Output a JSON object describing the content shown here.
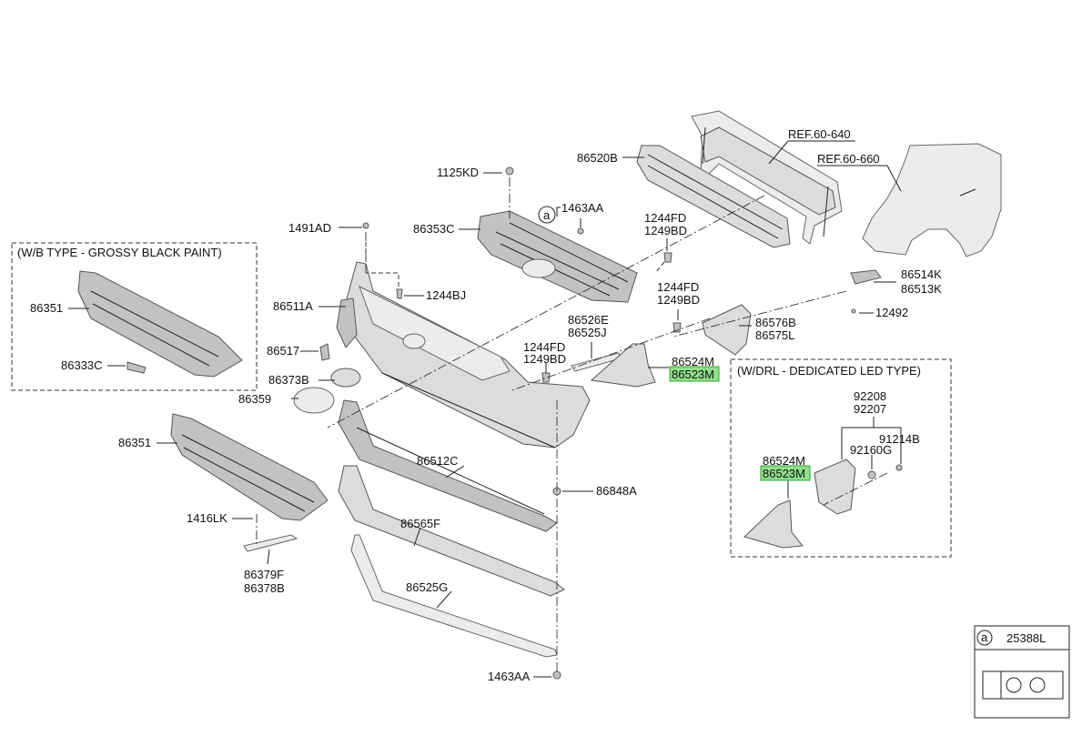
{
  "labels": {
    "ref_60_640": "REF.60-640",
    "ref_60_660": "REF.60-660",
    "p86520B": "86520B",
    "p1125KD": "1125KD",
    "p1463AA_top": "1463AA",
    "p86353C": "86353C",
    "p1491AD": "1491AD",
    "p1244FD_a": "1244FD",
    "p1249BD_a": "1249BD",
    "p1244BJ": "1244BJ",
    "p86511A": "86511A",
    "p1244FD_b": "1244FD",
    "p1249BD_b": "1249BD",
    "p86576B": "86576B",
    "p86575L": "86575L",
    "p86526E": "86526E",
    "p86525J": "86525J",
    "p86517": "86517",
    "p1244FD_c": "1244FD",
    "p1249BD_c": "1249BD",
    "p86524M_main": "86524M",
    "p86523M_main": "86523M",
    "p86373B": "86373B",
    "p86359": "86359",
    "p86351_main": "86351",
    "p86512C": "86512C",
    "p86848A": "86848A",
    "p1416LK": "1416LK",
    "p86565F": "86565F",
    "p86379F": "86379F",
    "p86378B": "86378B",
    "p86525G": "86525G",
    "p1463AA_bottom": "1463AA",
    "p86514K": "86514K",
    "p86513K": "86513K",
    "p12492": "12492",
    "p86351_box": "86351",
    "p86333C": "86333C",
    "p92208": "92208",
    "p92207": "92207",
    "p91214B": "91214B",
    "p92160G": "92160G",
    "p86524M_drl": "86524M",
    "p86523M_drl": "86523M",
    "callout_a": "a"
  },
  "boxes": {
    "wb_type": "(W/B TYPE - GROSSY BLACK PAINT)",
    "drl_type": "(W/DRL - DEDICATED LED TYPE)"
  },
  "legend": {
    "key": "a",
    "part": "25388L"
  },
  "colors": {
    "highlight": "#8ee08a",
    "part_fill": "#dcdcdc",
    "line": "#222222"
  }
}
